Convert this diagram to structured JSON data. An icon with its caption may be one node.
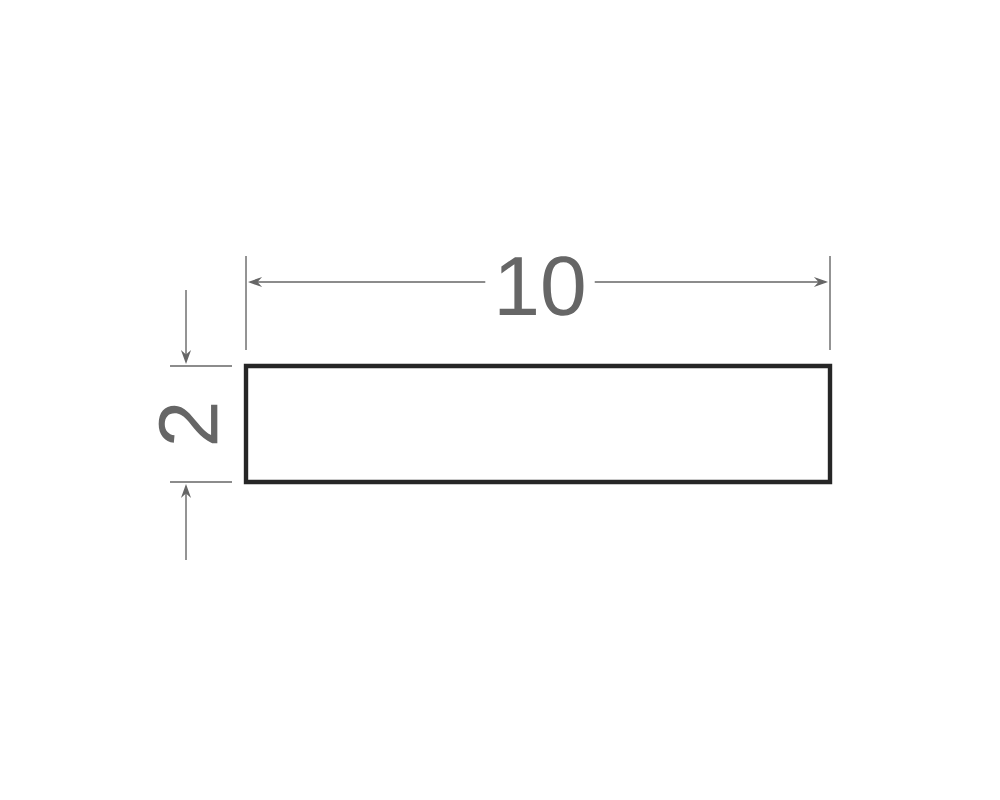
{
  "diagram": {
    "nodes": [
      {
        "text": [],
        "shape": "box"
      }
    ],
    "labels": [
      "10",
      "2"
    ]
  }
}
